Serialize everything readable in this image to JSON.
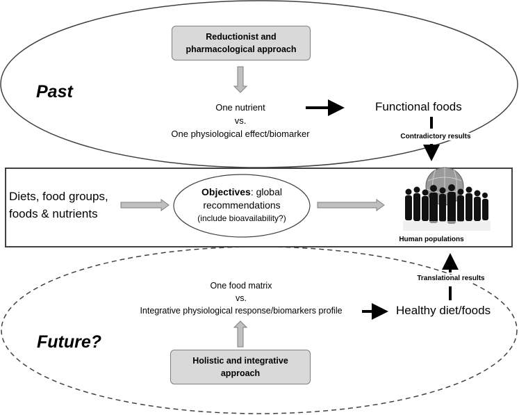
{
  "past": {
    "label": "Past",
    "approach": "Reductionist and\npharmacological approach",
    "relation": "One nutrient\nvs.\nOne physiological effect/biomarker",
    "outcome": "Functional foods",
    "results": "Contradictory results"
  },
  "present": {
    "inputs": "Diets, food groups,\nfoods & nutrients",
    "objectives_label": "Objectives",
    "objectives_rest": ": global\nrecommendations",
    "objectives_note": "(include bioavailability?)",
    "population_label": "Human populations"
  },
  "future": {
    "label": "Future?",
    "approach": "Holistic and integrative\napproach",
    "relation": "One food matrix\nvs.\nIntegrative physiological response/biomarkers profile",
    "outcome": "Healthy diet/foods",
    "results": "Translational results"
  },
  "colors": {
    "box_fill": "#d9d9d9",
    "grey_arrow": "#bfbfbf",
    "stroke": "#3f3f3f"
  }
}
